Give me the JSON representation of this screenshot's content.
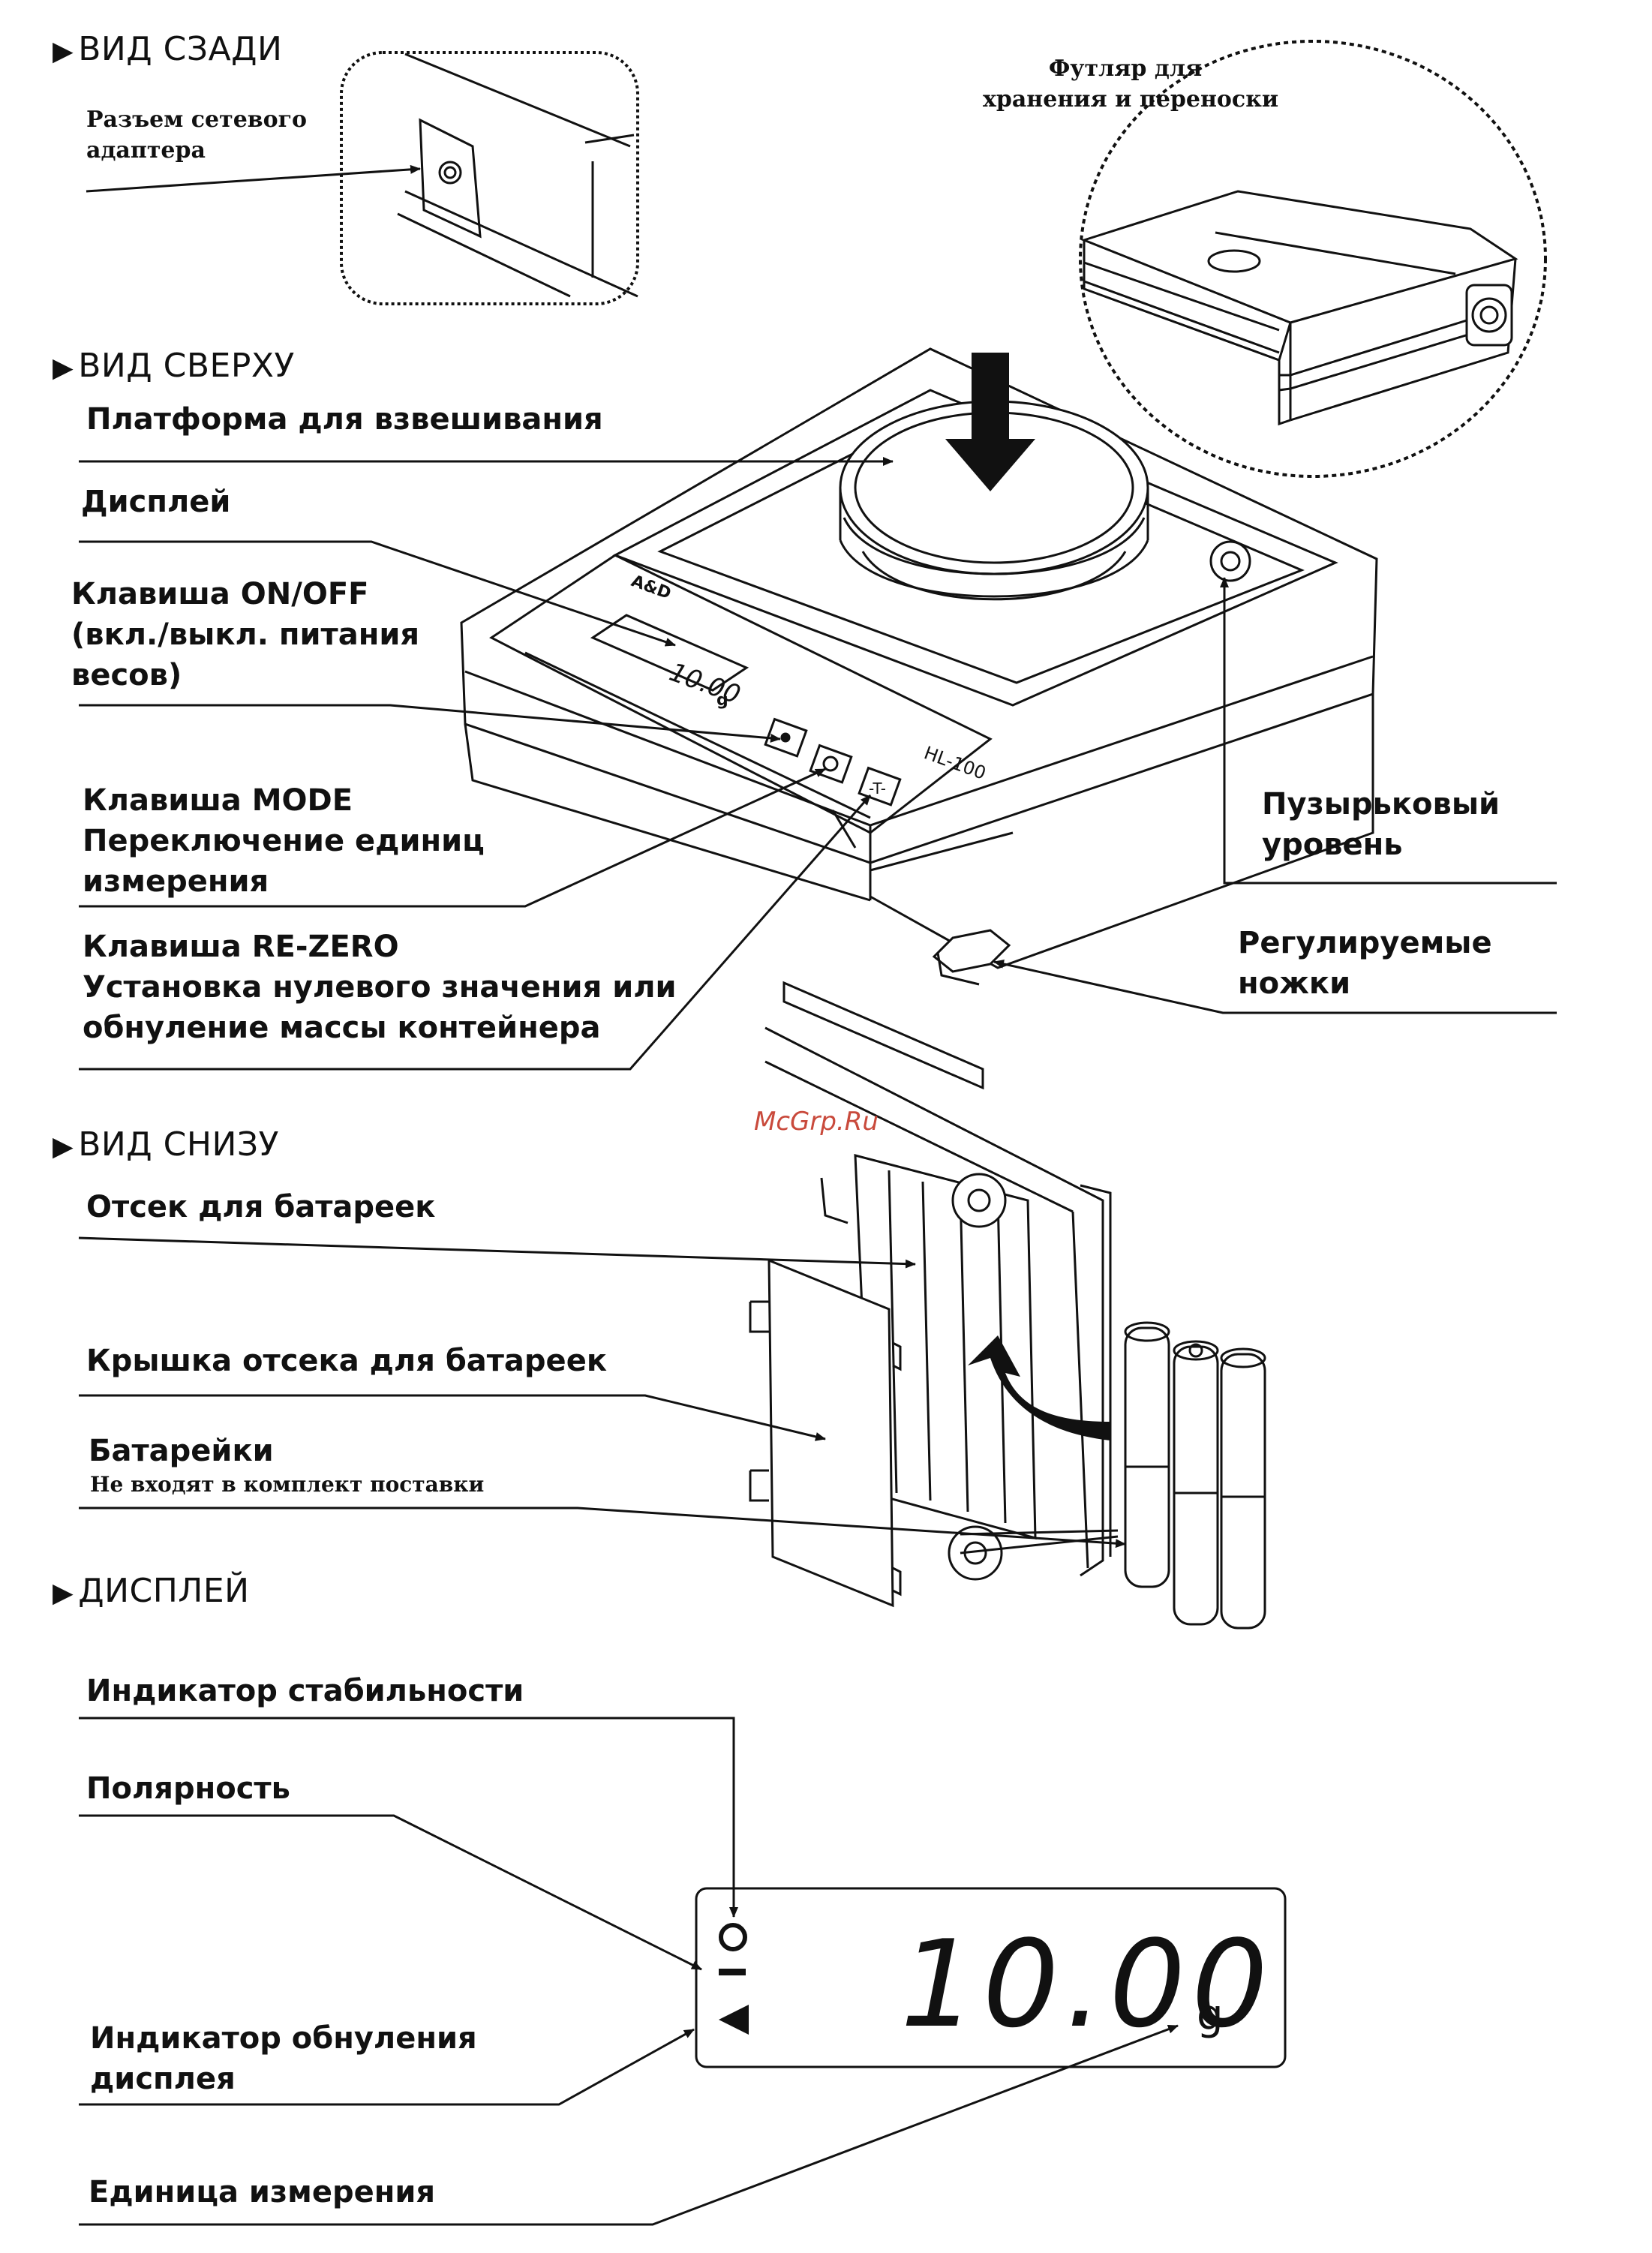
{
  "sections": {
    "rear": "ВИД СЗАДИ",
    "top": "ВИД СВЕРХУ",
    "bottom": "ВИД СНИЗУ",
    "display": "ДИСПЛЕЙ"
  },
  "rear": {
    "adapter_label_1": "Разъем сетевого",
    "adapter_label_2": "адаптера"
  },
  "case": {
    "label_1": "Футляр для",
    "label_2": "хранения и переноски"
  },
  "top": {
    "platform": "Платформа для взвешивания",
    "display": "Дисплей",
    "onoff_1": "Клавиша ON/OFF",
    "onoff_2": "(вкл./выкл. питания",
    "onoff_3": "весов)",
    "mode_1": "Клавиша MODE",
    "mode_2": "Переключение единиц",
    "mode_3": "измерения",
    "rezero_1": "Клавиша RE-ZERO",
    "rezero_2": "Установка нулевого значения или",
    "rezero_3": "обнуление массы контейнера",
    "bubble_1": "Пузырьковый",
    "bubble_2": "уровень",
    "feet_1": "Регулируемые",
    "feet_2": "ножки",
    "device_model": "HL-100",
    "device_reading": "10.00",
    "device_unit": "g"
  },
  "bottom": {
    "compartment": "Отсек для батареек",
    "cover": "Крышка отсека для батареек",
    "batteries": "Батарейки",
    "batteries_note": "Не входят в комплект поставки"
  },
  "display": {
    "stability": "Индикатор стабильности",
    "polarity": "Полярность",
    "zero_1": "Индикатор обнуления",
    "zero_2": "дисплея",
    "unit_label": "Единица измерения",
    "reading": "10.00",
    "unit": "g"
  },
  "watermark": "McGrp.Ru",
  "colors": {
    "line": "#111111",
    "watermark": "#c94a3c"
  }
}
